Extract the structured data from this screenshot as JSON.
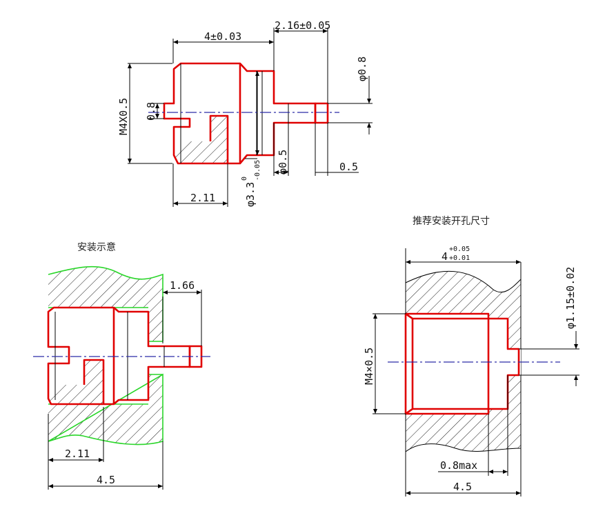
{
  "colors": {
    "part_outline": "#e00000",
    "mount_outline": "#29d629",
    "centerline": "#2a2aa8",
    "dimension": "#000000"
  },
  "top_view": {
    "dim_length": "4±0.03",
    "dim_tip_length": "2.16±0.05",
    "dim_thread": "M4X0.5",
    "dim_bore": "0.8",
    "dim_pin_dia": "φ0.8",
    "dim_neck": "φ0.5",
    "dim_tip": "0.5",
    "dim_body_dia": "φ3.3",
    "dim_body_tol_upper": "0",
    "dim_body_tol_lower": "-0.05",
    "dim_thread_len": "2.11"
  },
  "install_view": {
    "title": "安装示意",
    "dim_protrusion": "1.66",
    "dim_thread_len": "2.11",
    "dim_total": "4.5"
  },
  "hole_view": {
    "title": "推荐安装开孔尺寸",
    "dim_width": "4",
    "dim_width_tol_upper": "+0.05",
    "dim_width_tol_lower": "+0.01",
    "dim_pin_hole": "φ1.15±0.02",
    "dim_thread": "M4×0.5",
    "dim_max": "0.8max",
    "dim_total": "4.5"
  }
}
